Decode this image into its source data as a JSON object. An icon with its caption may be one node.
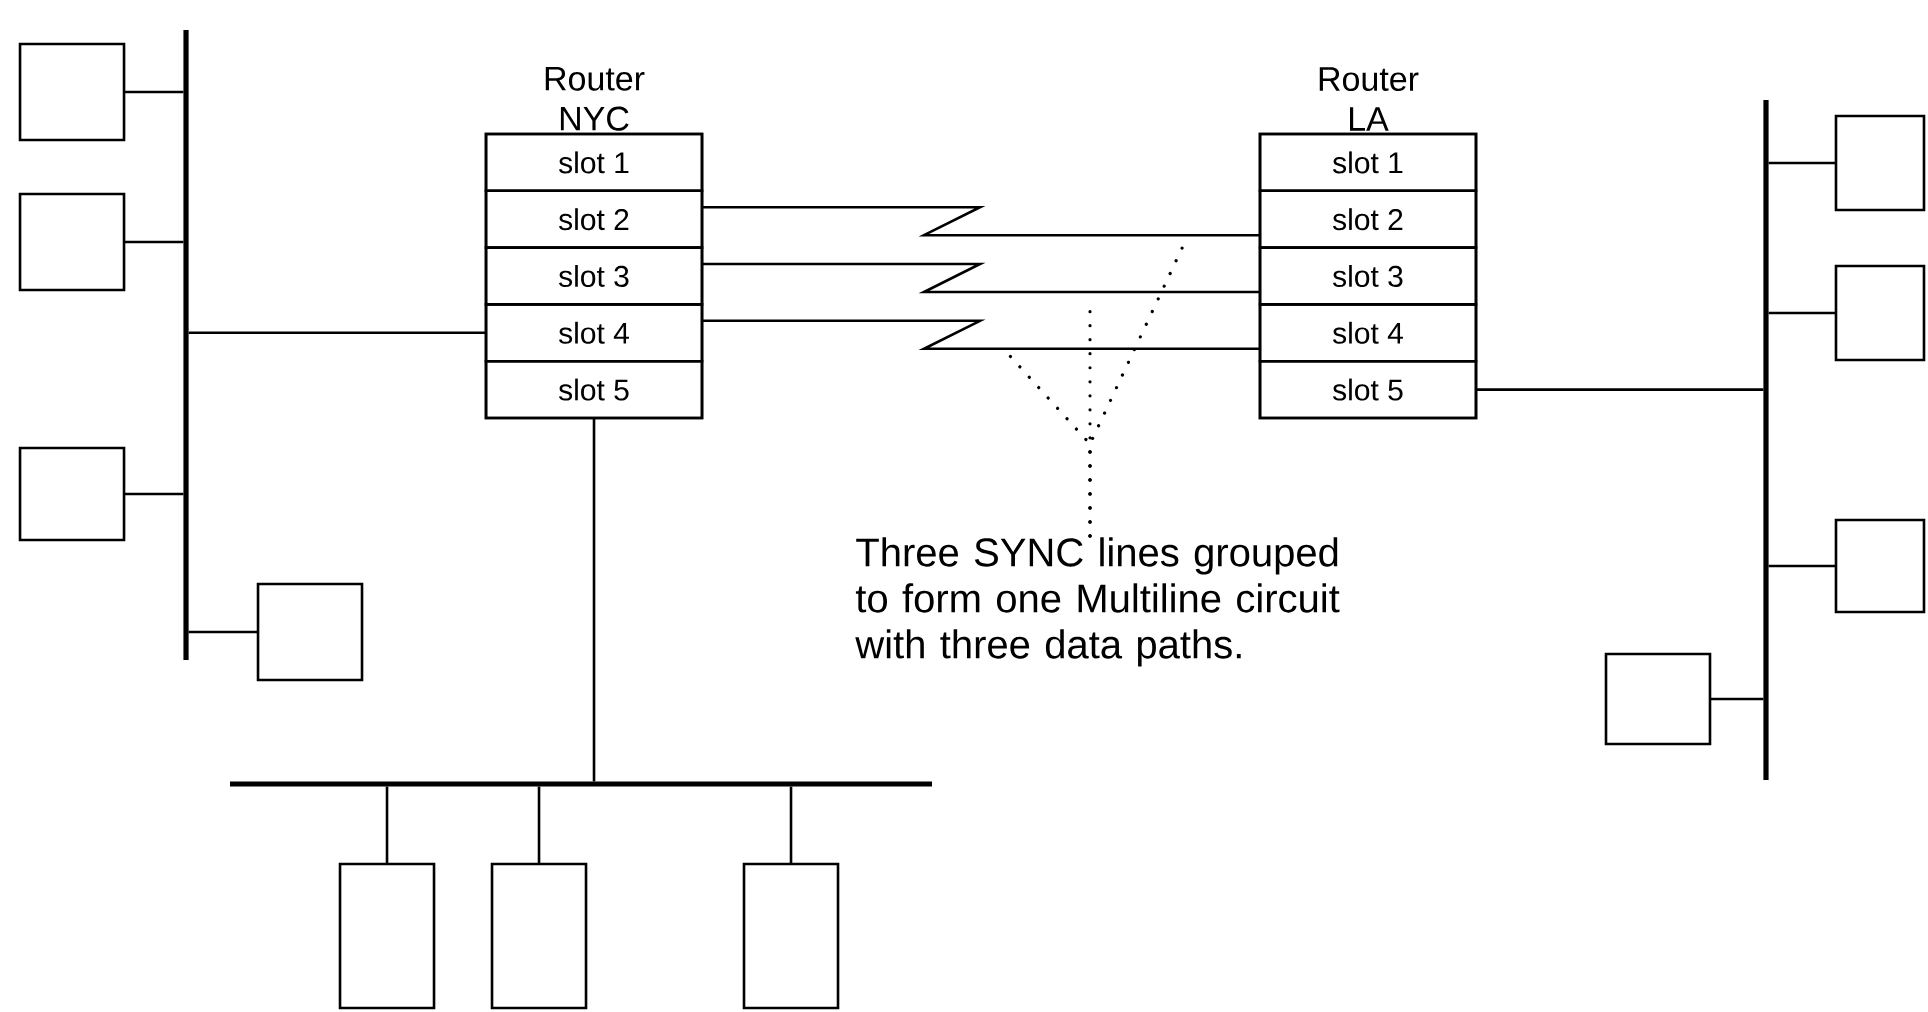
{
  "diagram": {
    "nodes": [
      {
        "text": [
          "Router NYC"
        ]
      },
      {
        "text": [
          "slot 1"
        ],
        "in": 0
      },
      {
        "text": [
          "slot 2"
        ],
        "in": 0
      },
      {
        "text": [
          "slot 3"
        ],
        "in": 0
      },
      {
        "text": [
          "slot 4"
        ],
        "in": 0
      },
      {
        "text": [
          "slot 5"
        ],
        "in": 0
      },
      {
        "text": [
          "Router LA"
        ]
      },
      {
        "text": [
          "slot 1"
        ],
        "in": 6
      },
      {
        "text": [
          "slot 2"
        ],
        "in": 6
      },
      {
        "text": [
          "slot 3"
        ],
        "in": 6
      },
      {
        "text": [
          "slot 4"
        ],
        "in": 6
      },
      {
        "text": [
          "slot 5"
        ],
        "in": 6
      },
      {
        "text": [],
        "shape": "bar"
      },
      {
        "text": [],
        "shape": "box"
      },
      {
        "text": [],
        "shape": "box"
      },
      {
        "text": [],
        "shape": "box"
      },
      {
        "text": [],
        "shape": "box"
      },
      {
        "text": [],
        "shape": "bar"
      },
      {
        "text": [],
        "shape": "box"
      },
      {
        "text": [],
        "shape": "box"
      },
      {
        "text": [],
        "shape": "box"
      },
      {
        "text": [],
        "shape": "bar"
      },
      {
        "text": [],
        "shape": "box"
      },
      {
        "text": [],
        "shape": "box"
      },
      {
        "text": [],
        "shape": "box"
      },
      {
        "text": [],
        "shape": "box"
      },
      {
        "text": [
          "Three SYNC lines grouped to form one Multiline circuit with three data paths."
        ]
      }
    ],
    "edges": [
      {
        "from": 2,
        "to": 8,
        "arrow": "none"
      },
      {
        "from": 3,
        "to": 9,
        "arrow": "none"
      },
      {
        "from": 4,
        "to": 10,
        "arrow": "none"
      },
      {
        "from": 4,
        "to": 12,
        "arrow": "none"
      },
      {
        "from": 5,
        "to": 17,
        "arrow": "none"
      },
      {
        "from": 11,
        "to": 21,
        "arrow": "none"
      },
      {
        "from": 13,
        "to": 12,
        "arrow": "none"
      },
      {
        "from": 14,
        "to": 12,
        "arrow": "none"
      },
      {
        "from": 15,
        "to": 12,
        "arrow": "none"
      },
      {
        "from": 16,
        "to": 12,
        "arrow": "none"
      },
      {
        "from": 18,
        "to": 17,
        "arrow": "none"
      },
      {
        "from": 19,
        "to": 17,
        "arrow": "none"
      },
      {
        "from": 20,
        "to": 17,
        "arrow": "none"
      },
      {
        "from": 22,
        "to": 21,
        "arrow": "none"
      },
      {
        "from": 23,
        "to": 21,
        "arrow": "none"
      },
      {
        "from": 24,
        "to": 21,
        "arrow": "none"
      },
      {
        "from": 25,
        "to": 21,
        "arrow": "none"
      },
      {
        "from": 26,
        "to": null,
        "arrow": "none",
        "style": "dashed"
      },
      {
        "from": 26,
        "to": null,
        "arrow": "none",
        "style": "dashed"
      },
      {
        "from": 26,
        "to": null,
        "arrow": "none",
        "style": "dashed"
      }
    ]
  }
}
